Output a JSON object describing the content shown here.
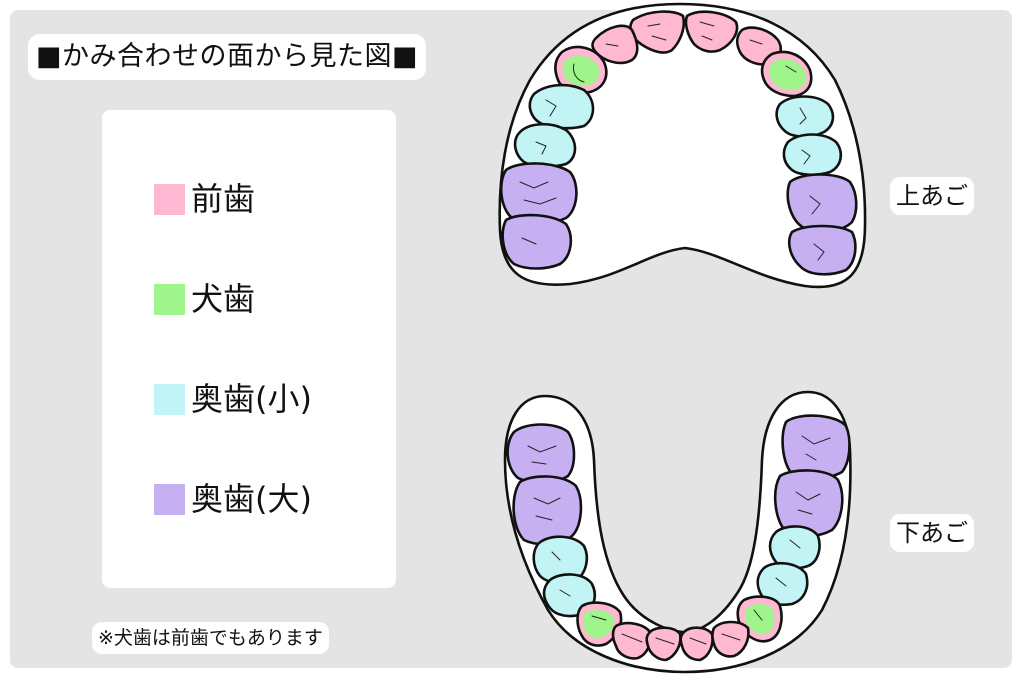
{
  "title": "■かみ合わせの面から見た図■",
  "legend": {
    "items": [
      {
        "label": "前歯",
        "color": "#ffb8d2",
        "key": "incisor"
      },
      {
        "label": "犬歯",
        "color": "#a0f48c",
        "key": "canine"
      },
      {
        "label": "奥歯(小)",
        "color": "#c2f4f6",
        "key": "premolar"
      },
      {
        "label": "奥歯(大)",
        "color": "#c6b0f2",
        "key": "molar"
      }
    ]
  },
  "note": "※犬歯は前歯でもあります",
  "jaws": {
    "upper_label": "上あご",
    "lower_label": "下あご"
  },
  "colors": {
    "background_panel": "#e4e4e4",
    "gum": "#ffffff",
    "outline": "#111111"
  }
}
